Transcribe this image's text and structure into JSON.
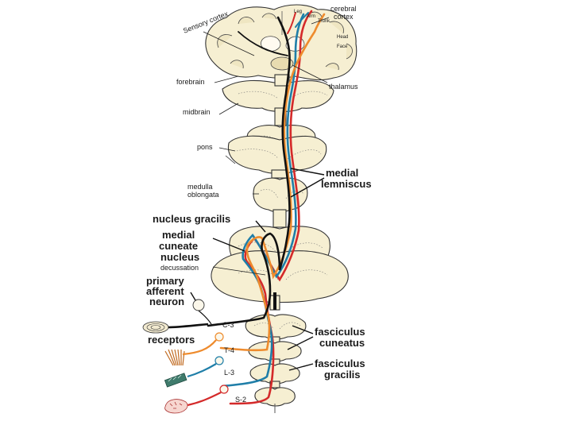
{
  "colors": {
    "tissue": "#f6efd2",
    "red": "#d42a2a",
    "blue": "#1f7ea8",
    "orange": "#ee8b2d",
    "black": "#111111"
  },
  "labels": {
    "sensory_cortex": "Sensory cortex",
    "cerebral_cortex_1": "cerebral",
    "cerebral_cortex_2": "cortex",
    "leg": "Leg",
    "arm": "Arm",
    "trunk": "Trunk",
    "head": "Head",
    "face": "Face",
    "forebrain": "forebrain",
    "thalamus": "thalamus",
    "midbrain": "midbrain",
    "pons": "pons",
    "medulla_1": "medulla",
    "medulla_2": "oblongata",
    "medial_lemniscus_1": "medial",
    "medial_lemniscus_2": "lemniscus",
    "nucleus_gracilis": "nucleus gracilis",
    "medial_cuneate_1": "medial",
    "medial_cuneate_2": "cuneate",
    "medial_cuneate_3": "nucleus",
    "decussation": "decussation",
    "primary_afferent_1": "primary",
    "primary_afferent_2": "afferent",
    "primary_afferent_3": "neuron",
    "receptors": "receptors",
    "c3": "C-3",
    "t4": "T-4",
    "l3": "L-3",
    "s2": "S-2",
    "fasciculus_cuneatus_1": "fasciculus",
    "fasciculus_cuneatus_2": "cuneatus",
    "fasciculus_gracilis_1": "fasciculus",
    "fasciculus_gracilis_2": "gracilis"
  }
}
